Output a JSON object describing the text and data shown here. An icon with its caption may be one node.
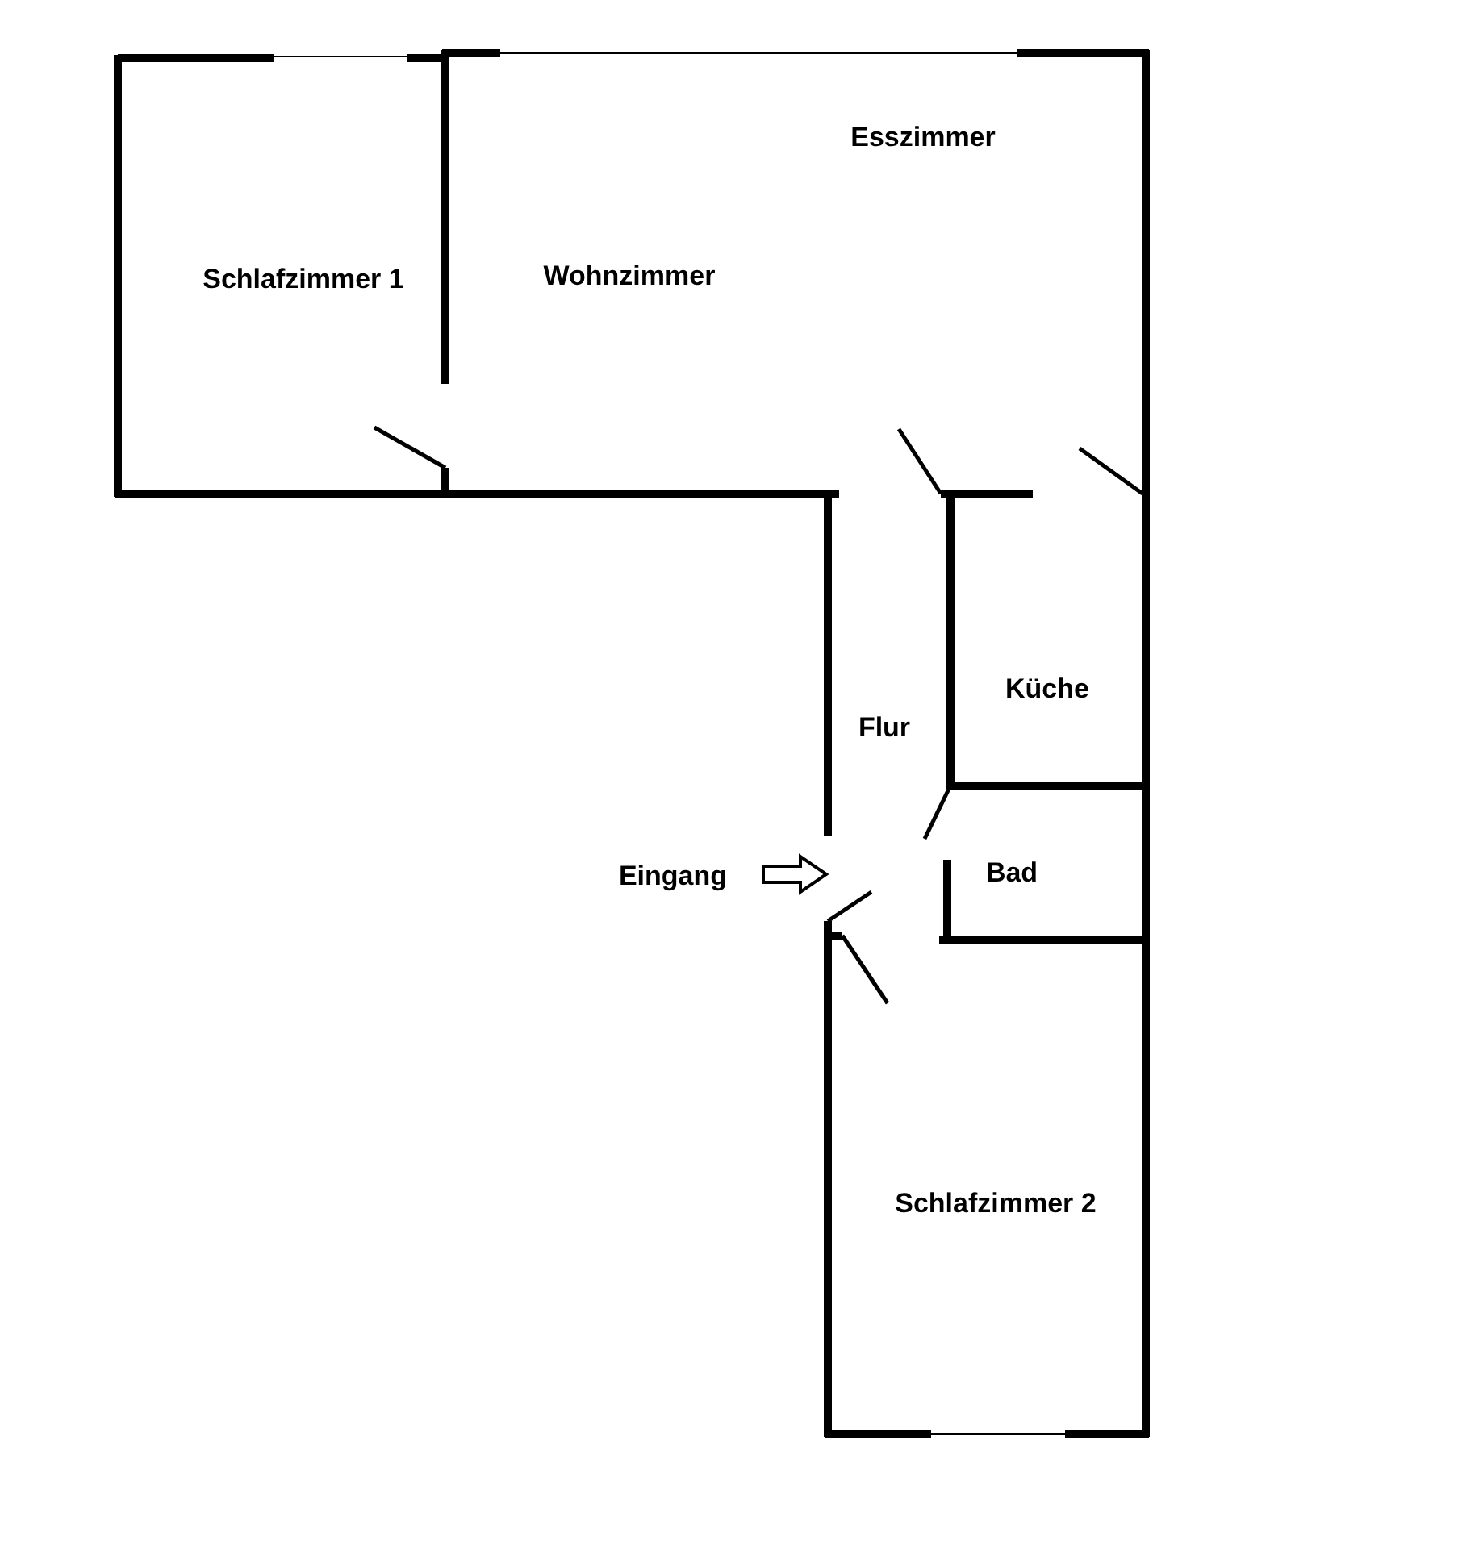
{
  "diagram": {
    "labels": [
      "Esszimmer",
      "Schlafzimmer 1",
      "Wohnzimmer",
      "Küche",
      "Flur",
      "Eingang",
      "Bad",
      "Schlafzimmer 2"
    ]
  }
}
